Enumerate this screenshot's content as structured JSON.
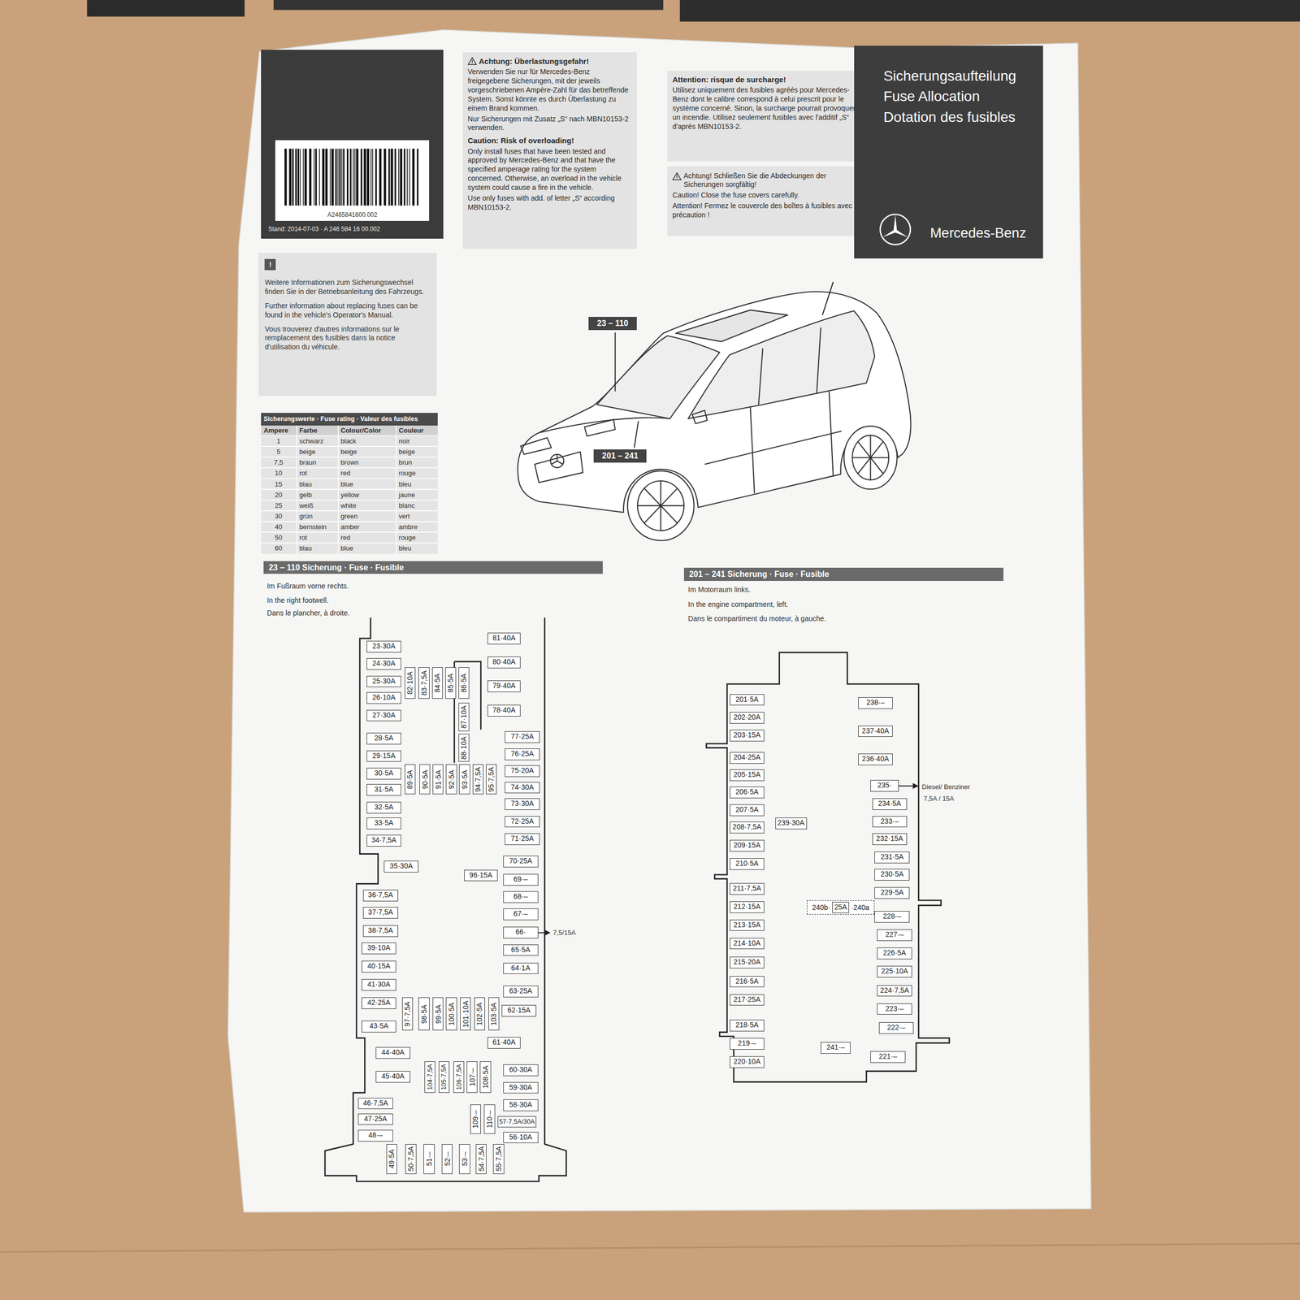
{
  "diagram": {
    "nodes": [
      {
        "text": [
          "A2465841600.002",
          "Stand: 2014-07-03 · A 246 584 16 00.002"
        ]
      },
      {
        "text": [
          "Achtung: Überlastungsgefahr!",
          "Verwenden Sie nur für Mercedes-Benz freigegebene Sicherungen, mit der jeweils vorgeschriebenen Ampère-Zahl für das betreffende System. Sonst könnte es durch Überlastung zu einem Brand kommen.",
          "Nur Sicherungen mit Zusatz „S“ nach MBN10153-2 verwenden.",
          "Caution: Risk of overloading!",
          "Only install fuses that have been tested and approved by Mercedes-Benz and that have the specified amperage rating for the system concerned. Otherwise, an overload in the vehicle system could cause a fire in the vehicle.",
          "Use only fuses with add. of letter „S“ according MBN10153-2."
        ]
      },
      {
        "text": [
          "Attention: risque de surcharge!",
          "Utilisez uniquement des fusibles agréés pour Mercedes-Benz dont le calibre correspond à celui prescrit pour le système concerné. Sinon, la surcharge pourrait provoquer un incendie. Utilisez seulement fusibles avec l'additif „S“ d'après MBN10153-2."
        ]
      },
      {
        "text": [
          "Achtung! Schließen Sie die Abdeckungen der Sicherungen sorgfältig!",
          "Caution! Close the fuse covers carefully.",
          "Attention! Fermez le couvercle des boîtes à fusibles avec précaution !"
        ]
      },
      {
        "text": [
          "Sicherungsaufteilung",
          "Fuse Allocation",
          "Dotation des fusibles",
          "Mercedes-Benz"
        ]
      },
      {
        "text": [
          "!",
          "Weitere Informationen zum Sicherungswechsel finden Sie in der Betriebsanleitung des Fahrzeugs.",
          "Further information about replacing fuses can be found in the vehicle's Operator's Manual.",
          "Vous trouverez d'autres informations sur le remplacement des fusibles dans la notice d'utilisation du véhicule."
        ]
      },
      {
        "text": [
          "Sicherungswerte · Fuse rating · Valeur des fusibles"
        ]
      },
      {
        "text": [
          "23 – 110"
        ]
      },
      {
        "text": [
          "201 – 241"
        ]
      },
      {
        "text": [
          "23 – 110 Sicherung · Fuse · Fusible"
        ]
      },
      {
        "text": [
          "201 – 241 Sicherung · Fuse · Fusible"
        ]
      },
      {
        "text": [
          "23·30A"
        ]
      },
      {
        "text": [
          "24·30A"
        ]
      },
      {
        "text": [
          "25·30A"
        ]
      },
      {
        "text": [
          "26·10A"
        ]
      },
      {
        "text": [
          "27·30A"
        ]
      },
      {
        "text": [
          "28·5A"
        ]
      },
      {
        "text": [
          "29·15A"
        ]
      },
      {
        "text": [
          "30·5A"
        ]
      },
      {
        "text": [
          "31·5A"
        ]
      },
      {
        "text": [
          "32·5A"
        ]
      },
      {
        "text": [
          "33·5A"
        ]
      },
      {
        "text": [
          "34·7,5A"
        ]
      },
      {
        "text": [
          "35·30A"
        ]
      },
      {
        "text": [
          "36·7,5A"
        ]
      },
      {
        "text": [
          "37·7,5A"
        ]
      },
      {
        "text": [
          "38·7,5A"
        ]
      },
      {
        "text": [
          "39·10A"
        ]
      },
      {
        "text": [
          "40·15A"
        ]
      },
      {
        "text": [
          "41·30A"
        ]
      },
      {
        "text": [
          "42·25A"
        ]
      },
      {
        "text": [
          "43·5A"
        ]
      },
      {
        "text": [
          "44·40A"
        ]
      },
      {
        "text": [
          "45·40A"
        ]
      },
      {
        "text": [
          "46·7,5A"
        ]
      },
      {
        "text": [
          "47·25A"
        ]
      },
      {
        "text": [
          "48·–"
        ]
      },
      {
        "text": [
          "49·5A"
        ]
      },
      {
        "text": [
          "50·7,5A"
        ]
      },
      {
        "text": [
          "51·–"
        ]
      },
      {
        "text": [
          "52·–"
        ]
      },
      {
        "text": [
          "53·–"
        ]
      },
      {
        "text": [
          "54·7,5A"
        ]
      },
      {
        "text": [
          "55·7,5A"
        ]
      },
      {
        "text": [
          "56·10A"
        ]
      },
      {
        "text": [
          "57·7,5A/30A"
        ]
      },
      {
        "text": [
          "58·30A"
        ]
      },
      {
        "text": [
          "59·30A"
        ]
      },
      {
        "text": [
          "60·30A"
        ]
      },
      {
        "text": [
          "61·40A"
        ]
      },
      {
        "text": [
          "62·15A"
        ]
      },
      {
        "text": [
          "63·25A"
        ]
      },
      {
        "text": [
          "64·1A"
        ]
      },
      {
        "text": [
          "65·5A"
        ]
      },
      {
        "text": [
          "66·"
        ]
      },
      {
        "text": [
          "67·–"
        ]
      },
      {
        "text": [
          "68·–"
        ]
      },
      {
        "text": [
          "69·–"
        ]
      },
      {
        "text": [
          "70·25A"
        ]
      },
      {
        "text": [
          "71·25A"
        ]
      },
      {
        "text": [
          "72·25A"
        ]
      },
      {
        "text": [
          "73·30A"
        ]
      },
      {
        "text": [
          "74·30A"
        ]
      },
      {
        "text": [
          "75·20A"
        ]
      },
      {
        "text": [
          "76·25A"
        ]
      },
      {
        "text": [
          "77·25A"
        ]
      },
      {
        "text": [
          "78·40A"
        ]
      },
      {
        "text": [
          "79·40A"
        ]
      },
      {
        "text": [
          "80·40A"
        ]
      },
      {
        "text": [
          "81·40A"
        ]
      },
      {
        "text": [
          "82·10A"
        ]
      },
      {
        "text": [
          "83·7,5A"
        ]
      },
      {
        "text": [
          "84·5A"
        ]
      },
      {
        "text": [
          "85·5A"
        ]
      },
      {
        "text": [
          "86·5A"
        ]
      },
      {
        "text": [
          "87·10A"
        ]
      },
      {
        "text": [
          "88·10A"
        ]
      },
      {
        "text": [
          "89·5A"
        ]
      },
      {
        "text": [
          "90·5A"
        ]
      },
      {
        "text": [
          "91·5A"
        ]
      },
      {
        "text": [
          "92·5A"
        ]
      },
      {
        "text": [
          "93·5A"
        ]
      },
      {
        "text": [
          "94·7,5A"
        ]
      },
      {
        "text": [
          "95·7,5A"
        ]
      },
      {
        "text": [
          "96·15A"
        ]
      },
      {
        "text": [
          "97·7,5A"
        ]
      },
      {
        "text": [
          "98·5A"
        ]
      },
      {
        "text": [
          "99·5A"
        ]
      },
      {
        "text": [
          "100·5A"
        ]
      },
      {
        "text": [
          "101·10A"
        ]
      },
      {
        "text": [
          "102·5A"
        ]
      },
      {
        "text": [
          "103·5A"
        ]
      },
      {
        "text": [
          "104·7,5A"
        ]
      },
      {
        "text": [
          "105·7,5A"
        ]
      },
      {
        "text": [
          "106·7,5A"
        ]
      },
      {
        "text": [
          "107·–"
        ]
      },
      {
        "text": [
          "108·5A"
        ]
      },
      {
        "text": [
          "109·–"
        ]
      },
      {
        "text": [
          "110·–"
        ]
      },
      {
        "text": [
          "201·5A"
        ]
      },
      {
        "text": [
          "202·20A"
        ]
      },
      {
        "text": [
          "203·15A"
        ]
      },
      {
        "text": [
          "204·25A"
        ]
      },
      {
        "text": [
          "205·15A"
        ]
      },
      {
        "text": [
          "206·5A"
        ]
      },
      {
        "text": [
          "207·5A"
        ]
      },
      {
        "text": [
          "208·7,5A"
        ]
      },
      {
        "text": [
          "209·15A"
        ]
      },
      {
        "text": [
          "210·5A"
        ]
      },
      {
        "text": [
          "211·7,5A"
        ]
      },
      {
        "text": [
          "212·15A"
        ]
      },
      {
        "text": [
          "213·15A"
        ]
      },
      {
        "text": [
          "214·10A"
        ]
      },
      {
        "text": [
          "215·20A"
        ]
      },
      {
        "text": [
          "216·5A"
        ]
      },
      {
        "text": [
          "217·25A"
        ]
      },
      {
        "text": [
          "218·5A"
        ]
      },
      {
        "text": [
          "219·–"
        ]
      },
      {
        "text": [
          "220·10A"
        ]
      },
      {
        "text": [
          "221·–"
        ]
      },
      {
        "text": [
          "222·–"
        ]
      },
      {
        "text": [
          "223·–"
        ]
      },
      {
        "text": [
          "224·7,5A"
        ]
      },
      {
        "text": [
          "225·10A"
        ]
      },
      {
        "text": [
          "226·5A"
        ]
      },
      {
        "text": [
          "227·–"
        ]
      },
      {
        "text": [
          "228·–"
        ]
      },
      {
        "text": [
          "229·5A"
        ]
      },
      {
        "text": [
          "230·5A"
        ]
      },
      {
        "text": [
          "231·5A"
        ]
      },
      {
        "text": [
          "232·15A"
        ]
      },
      {
        "text": [
          "233·–"
        ]
      },
      {
        "text": [
          "234·5A"
        ]
      },
      {
        "text": [
          "235·"
        ]
      },
      {
        "text": [
          "236·40A"
        ]
      },
      {
        "text": [
          "237·40A"
        ]
      },
      {
        "text": [
          "238·–"
        ]
      },
      {
        "text": [
          "239·30A"
        ]
      },
      {
        "text": [
          "240b·",
          "·240a"
        ]
      },
      {
        "text": [
          "25A"
        ],
        "in": 138
      },
      {
        "text": [
          "241·–"
        ]
      }
    ],
    "labels": [
      "Ampere",
      "Farbe",
      "Colour/Color",
      "Couleur",
      "1",
      "schwarz",
      "black",
      "noir",
      "5",
      "beige",
      "beige",
      "beige",
      "7,5",
      "braun",
      "brown",
      "brun",
      "10",
      "rot",
      "red",
      "rouge",
      "15",
      "blau",
      "blue",
      "bleu",
      "20",
      "gelb",
      "yellow",
      "jaune",
      "25",
      "weiß",
      "white",
      "blanc",
      "30",
      "grün",
      "green",
      "vert",
      "40",
      "bernstein",
      "amber",
      "ambre",
      "50",
      "rot",
      "red",
      "rouge",
      "60",
      "blau",
      "blue",
      "bleu",
      "Im Fußraum vorne rechts.",
      "In the right footwell.",
      "Dans le plancher, à droite.",
      "Im Motorraum links.",
      "In the engine compartment, left.",
      "Dans le compartiment du moteur, à gauche.",
      "7,5/15A",
      "Diesel/ Benziner",
      "7,5A / 15A"
    ]
  }
}
